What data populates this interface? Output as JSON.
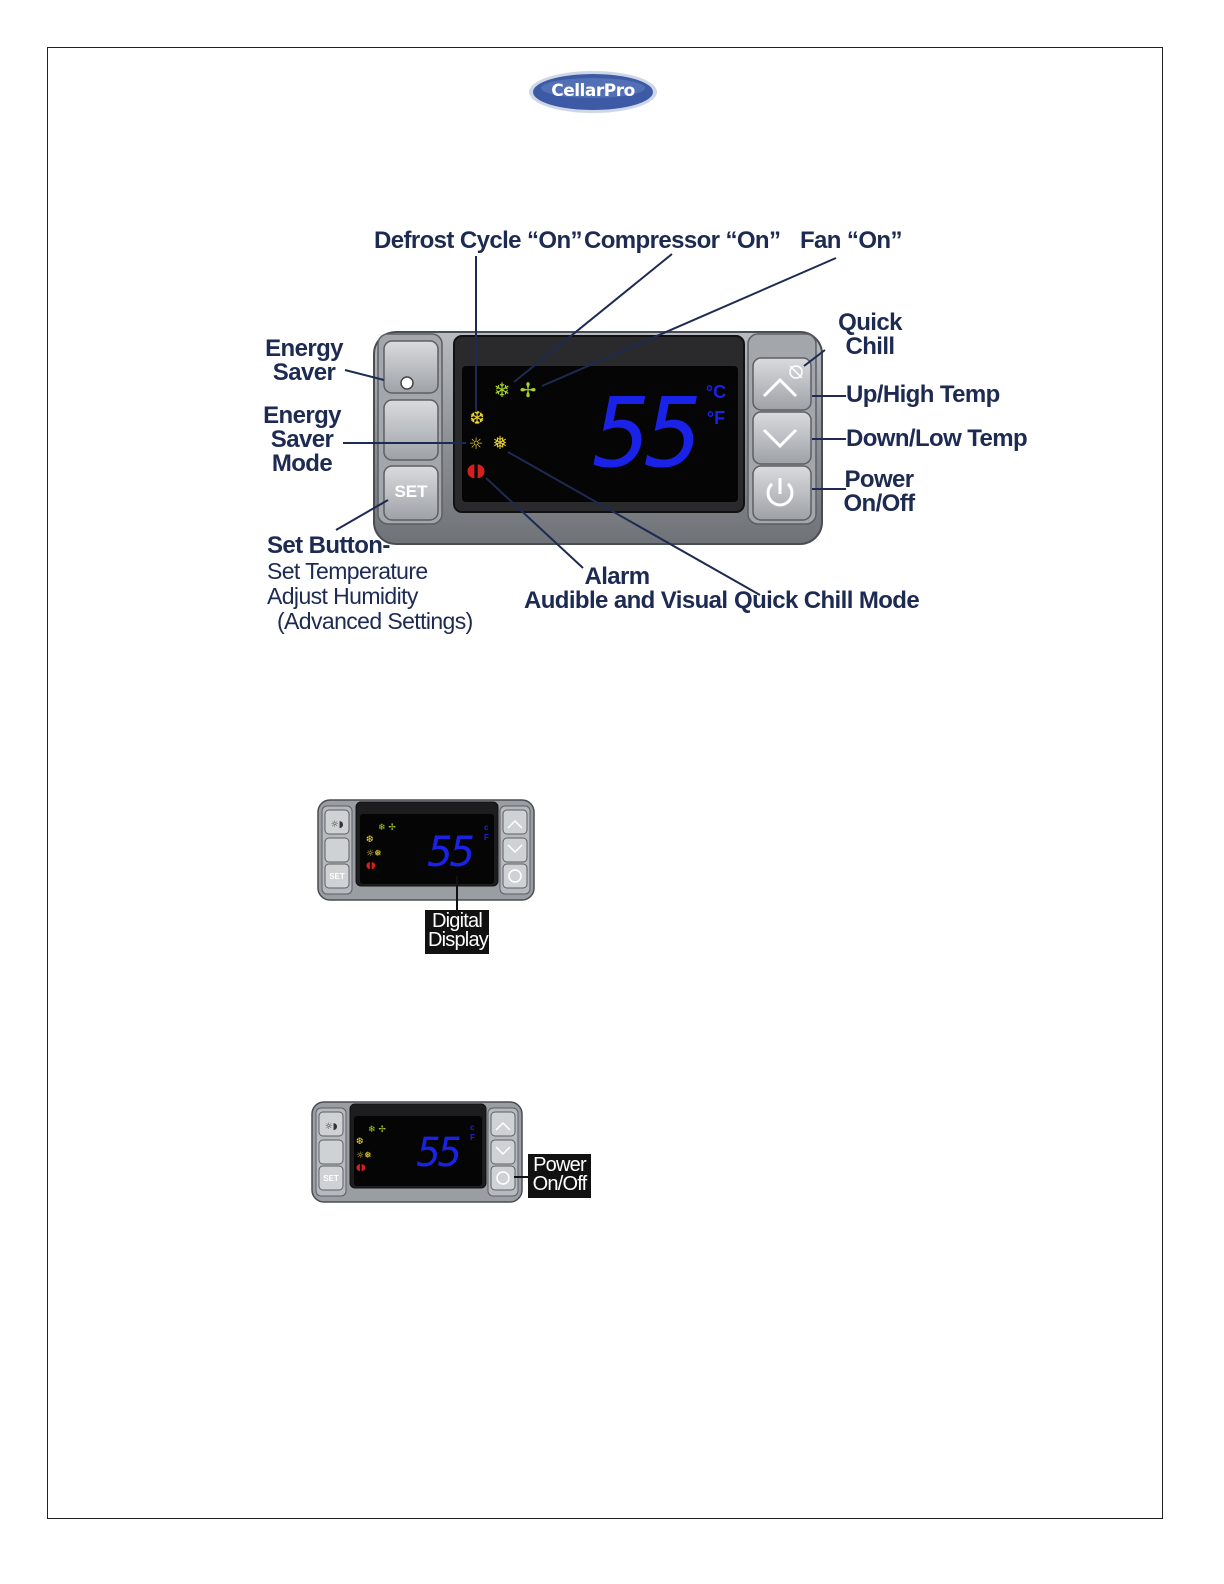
{
  "logo": {
    "text": "CellarPro"
  },
  "main_diagram": {
    "display": {
      "value": "55",
      "unit_c": "°C",
      "unit_f": "°F"
    },
    "set_label": "SET",
    "labels": {
      "defrost": "Defrost Cycle “On”",
      "compressor": "Compressor “On”",
      "fan": "Fan “On”",
      "energy_saver_line1": "Energy",
      "energy_saver_line2": "Saver",
      "energy_saver_mode_line1": "Energy",
      "energy_saver_mode_line2": "Saver",
      "energy_saver_mode_line3": "Mode",
      "set_button_title": "Set Button-",
      "set_button_line1": "Set Temperature",
      "set_button_line2": "Adjust Humidity",
      "set_button_line3": "(Advanced Settings)",
      "alarm_line1": "Alarm",
      "alarm_line2": "Audible and Visual",
      "quick_chill_mode": "Quick Chill Mode",
      "quick_chill_line1": "Quick",
      "quick_chill_line2": "Chill",
      "up_high_temp": "Up/High Temp",
      "down_low_temp": "Down/Low Temp",
      "power_line1": "Power",
      "power_line2": "On/Off"
    }
  },
  "small_diagram_1": {
    "display_value": "55",
    "set_label": "SET",
    "callout_line1": "Digital",
    "callout_line2": "Display"
  },
  "small_diagram_2": {
    "display_value": "55",
    "set_label": "SET",
    "callout_line1": "Power",
    "callout_line2": "On/Off"
  },
  "colors": {
    "label_navy": "#1d2a52",
    "display_blue": "#1a22e8",
    "panel_gray": "#8c8f94",
    "yellow_icon": "#e8d12a",
    "green_icon": "#a8d22a",
    "red_icon": "#d42020"
  }
}
